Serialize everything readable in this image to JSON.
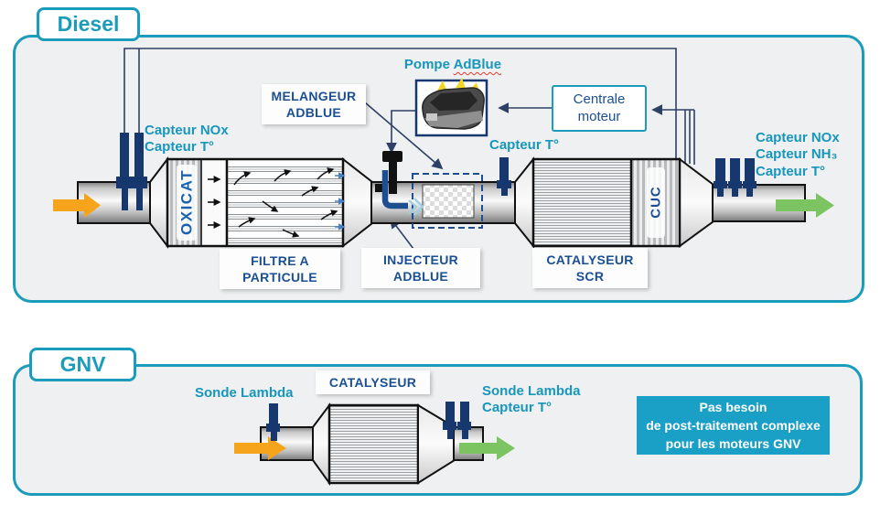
{
  "diesel": {
    "title": "Diesel",
    "sensor_left_1": "Capteur NOx",
    "sensor_left_2": "Capteur T°",
    "melangeur_line1": "MELANGEUR",
    "melangeur_line2": "ADBLUE",
    "pompe_word1": "Pompe",
    "pompe_word2": "AdBlue",
    "centrale_line1": "Centrale",
    "centrale_line2": "moteur",
    "sensor_mid": "Capteur T°",
    "sensor_right_1": "Capteur NOx",
    "sensor_right_2": "Capteur NH₃",
    "sensor_right_3": "Capteur T°",
    "oxicat": "OXICAT",
    "cuc": "CUC",
    "filtre_line1": "FILTRE A",
    "filtre_line2": "PARTICULE",
    "injecteur_line1": "INJECTEUR",
    "injecteur_line2": "ADBLUE",
    "scr_line1": "CATALYSEUR",
    "scr_line2": "SCR"
  },
  "gnv": {
    "title": "GNV",
    "catalyseur": "CATALYSEUR",
    "sonde_left": "Sonde Lambda",
    "sonde_right_1": "Sonde Lambda",
    "sonde_right_2": "Capteur T°",
    "info_line1": "Pas besoin",
    "info_line2": "de post-traitement complexe",
    "info_line3": "pour les moteurs GNV"
  },
  "colors": {
    "teal_accent": "#1a9cba",
    "teal_text": "#1896bb",
    "dark_blue_text": "#1b4f94",
    "sensor_navy": "#16386e",
    "wire_navy": "#2e4066",
    "exhaust_in_orange": "#f6a41c",
    "exhaust_out_green": "#7cc462",
    "info_box_blue": "#1a9fc6",
    "panel_background": "#eef0f1"
  }
}
